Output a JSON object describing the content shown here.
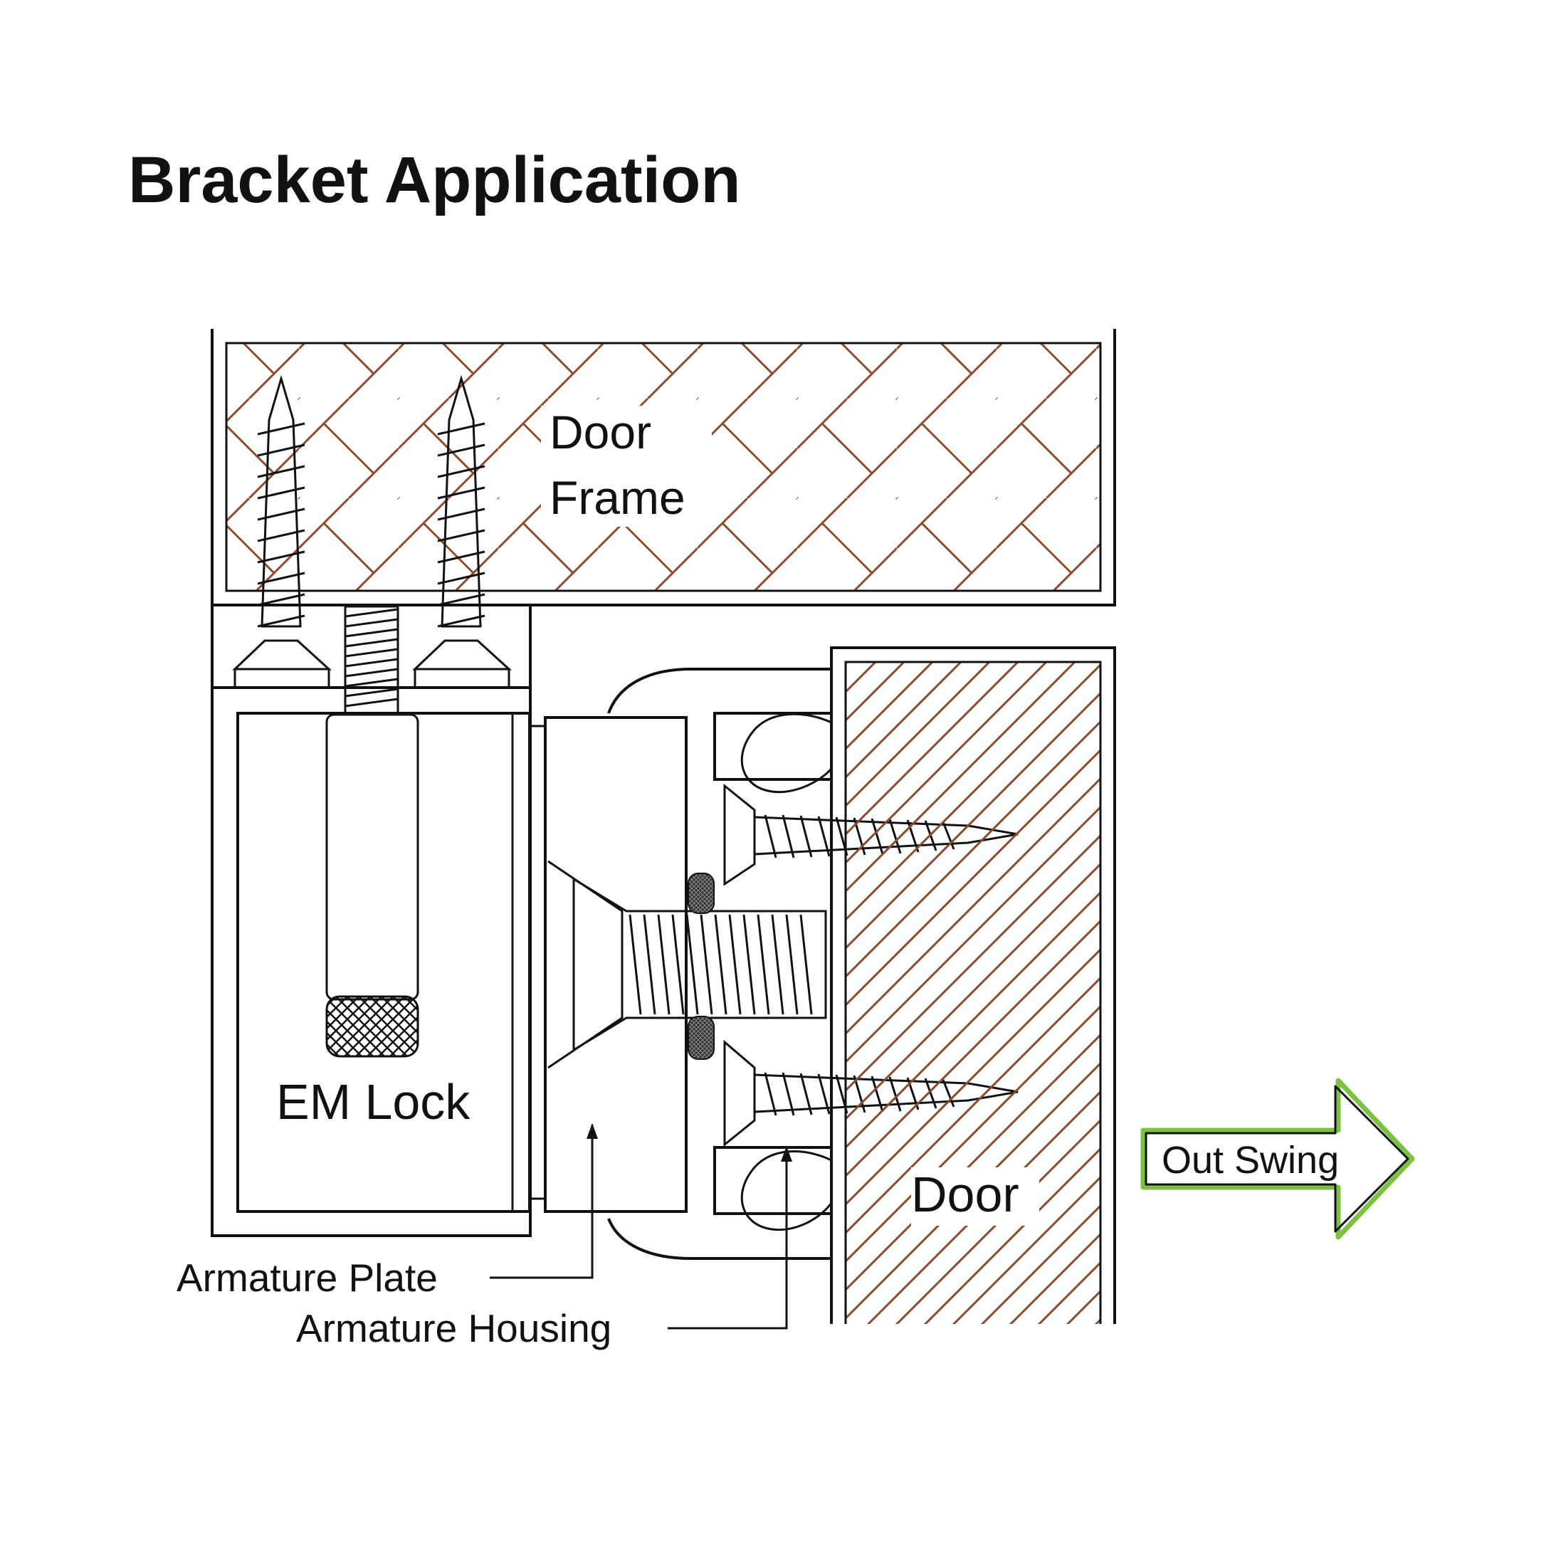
{
  "title": "Bracket Application",
  "labels": {
    "door_frame_line1": "Door",
    "door_frame_line2": "Frame",
    "em_lock": "EM Lock",
    "door": "Door",
    "armature_plate": "Armature Plate",
    "armature_housing": "Armature Housing",
    "out_swing": "Out Swing"
  },
  "colors": {
    "frame_hatch": "#8a4b2a",
    "door_hatch": "#8a4b2a",
    "arrow_border": "#7cc242",
    "line": "#111111"
  },
  "icons": {
    "out_swing_arrow": "right-arrow-icon"
  }
}
